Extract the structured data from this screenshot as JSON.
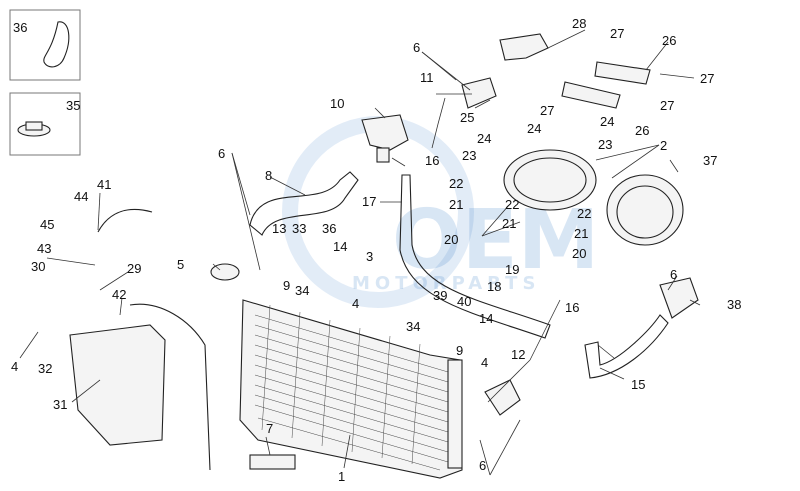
{
  "diagram": {
    "watermark": {
      "brand": "OEM",
      "subtitle": "MOTORPARTS",
      "color": "#2f78c4"
    },
    "labels": [
      {
        "text": "36"
      },
      {
        "text": "35"
      },
      {
        "text": "6"
      },
      {
        "text": "11"
      },
      {
        "text": "28"
      },
      {
        "text": "27"
      },
      {
        "text": "26"
      },
      {
        "text": "27"
      },
      {
        "text": "10"
      },
      {
        "text": "25"
      },
      {
        "text": "27"
      },
      {
        "text": "27"
      },
      {
        "text": "26"
      },
      {
        "text": "24"
      },
      {
        "text": "24"
      },
      {
        "text": "24"
      },
      {
        "text": "23"
      },
      {
        "text": "23"
      },
      {
        "text": "2"
      },
      {
        "text": "37"
      },
      {
        "text": "16"
      },
      {
        "text": "6"
      },
      {
        "text": "8"
      },
      {
        "text": "17"
      },
      {
        "text": "22"
      },
      {
        "text": "21"
      },
      {
        "text": "22"
      },
      {
        "text": "22"
      },
      {
        "text": "21"
      },
      {
        "text": "21"
      },
      {
        "text": "20"
      },
      {
        "text": "20"
      },
      {
        "text": "13"
      },
      {
        "text": "33"
      },
      {
        "text": "36"
      },
      {
        "text": "14"
      },
      {
        "text": "3"
      },
      {
        "text": "19"
      },
      {
        "text": "18"
      },
      {
        "text": "5"
      },
      {
        "text": "9"
      },
      {
        "text": "34"
      },
      {
        "text": "4"
      },
      {
        "text": "39"
      },
      {
        "text": "40"
      },
      {
        "text": "14"
      },
      {
        "text": "34"
      },
      {
        "text": "9"
      },
      {
        "text": "4"
      },
      {
        "text": "16"
      },
      {
        "text": "12"
      },
      {
        "text": "6"
      },
      {
        "text": "38"
      },
      {
        "text": "15"
      },
      {
        "text": "41"
      },
      {
        "text": "44"
      },
      {
        "text": "45"
      },
      {
        "text": "43"
      },
      {
        "text": "30"
      },
      {
        "text": "29"
      },
      {
        "text": "42"
      },
      {
        "text": "4"
      },
      {
        "text": "32"
      },
      {
        "text": "31"
      },
      {
        "text": "7"
      },
      {
        "text": "1"
      },
      {
        "text": "6"
      }
    ]
  }
}
